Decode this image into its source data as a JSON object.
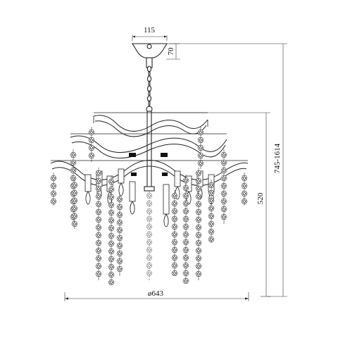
{
  "dimensions": {
    "canopy_width": "115",
    "canopy_height": "70",
    "total_height": "745-1614",
    "body_height": "520",
    "diameter": "ø643"
  }
}
